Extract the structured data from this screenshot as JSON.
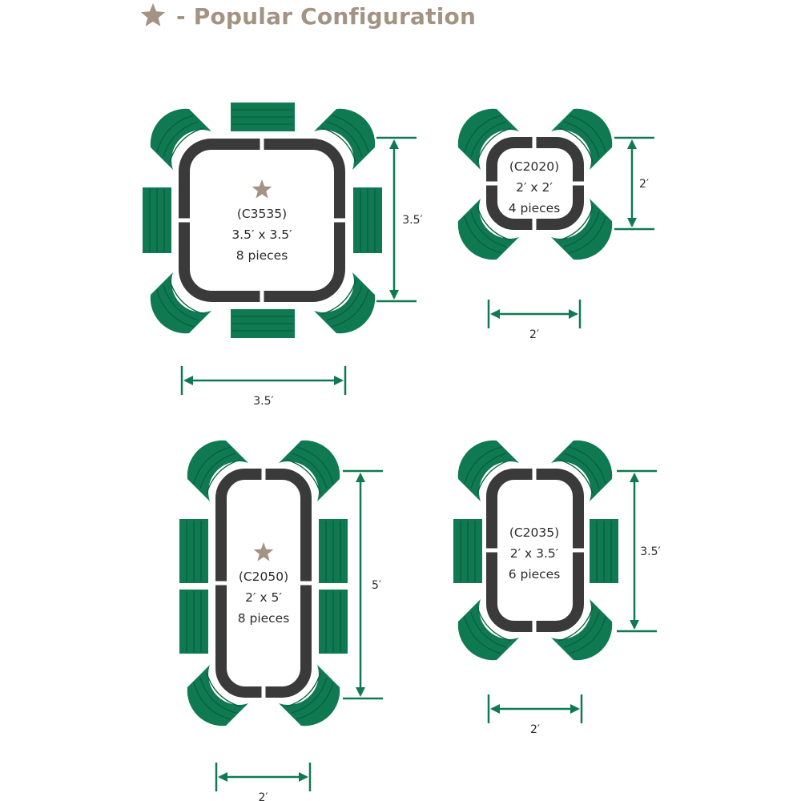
{
  "legend": {
    "icon": "star-icon",
    "text": "- Popular Configuration",
    "star_color": "#a39382"
  },
  "colors": {
    "seat": "#0f7a52",
    "seat_ridge": "#0a5d3d",
    "frame": "#3a3a3a",
    "dimension_line": "#0f7a52",
    "text": "#2b2b2b"
  },
  "configurations": [
    {
      "code": "(C3535)",
      "size": "3.5′ x 3.5′",
      "pieces": "8 pieces",
      "popular": true,
      "width_label": "3.5′",
      "depth_label": "3.5′"
    },
    {
      "code": "(C2020)",
      "size": "2′ x 2′",
      "pieces": "4 pieces",
      "popular": false,
      "width_label": "2′",
      "depth_label": "2′"
    },
    {
      "code": "(C2050)",
      "size": "2′ x 5′",
      "pieces": "8 pieces",
      "popular": true,
      "width_label": "2′",
      "depth_label": "5′"
    },
    {
      "code": "(C2035)",
      "size": "2′ x 3.5′",
      "pieces": "6 pieces",
      "popular": false,
      "width_label": "2′",
      "depth_label": "3.5′"
    }
  ]
}
